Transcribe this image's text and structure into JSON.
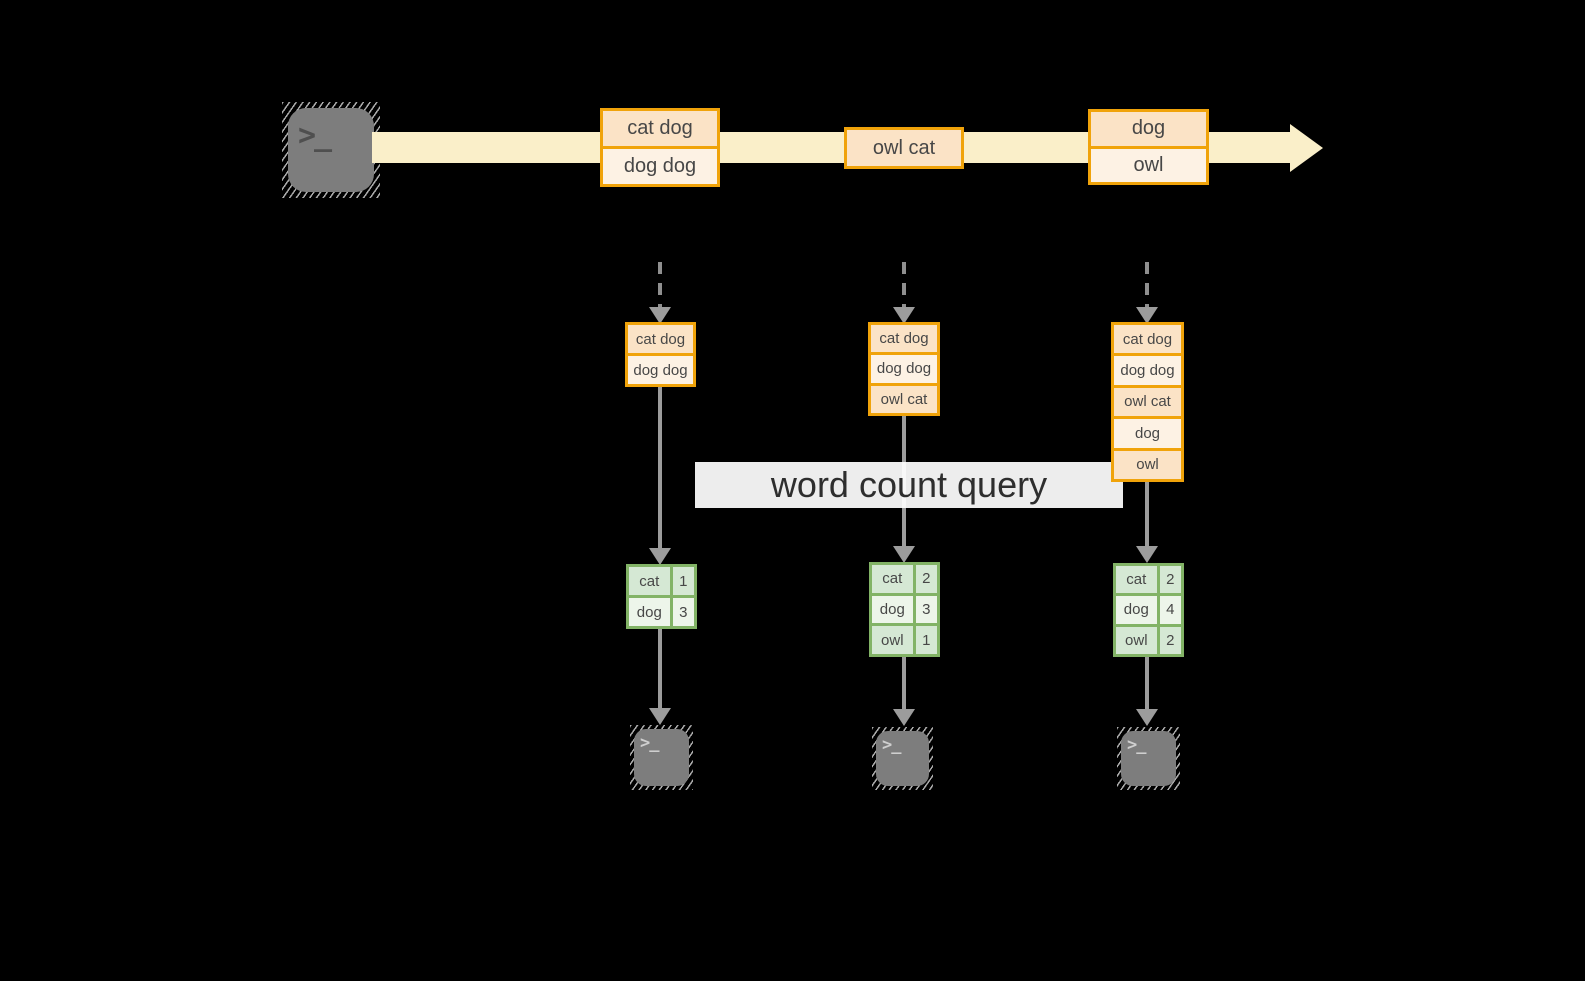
{
  "query_label": "word count query",
  "terminal": {
    "glyph": ">_"
  },
  "colors": {
    "background": "#000000",
    "stream_fill": "#faefc9",
    "event_stroke": "#f0a30a",
    "event_fill_dark": "#fbe3c6",
    "event_fill_light": "#fdf2e4",
    "table_stroke": "#82b366",
    "table_fill_dark": "#d5e8d4",
    "table_fill_light": "#edf5ea",
    "arrow_gray": "#9c9c9c",
    "terminal_gray": "#7d7d7d"
  },
  "stream": {
    "events": [
      {
        "lines": [
          "cat dog",
          "dog dog"
        ]
      },
      {
        "lines": [
          "owl cat"
        ]
      },
      {
        "lines": [
          "dog",
          "owl"
        ]
      }
    ]
  },
  "columns": [
    {
      "state": [
        "cat dog",
        "dog dog"
      ],
      "counts": [
        {
          "word": "cat",
          "count": "1"
        },
        {
          "word": "dog",
          "count": "3"
        }
      ]
    },
    {
      "state": [
        "cat dog",
        "dog dog",
        "owl cat"
      ],
      "counts": [
        {
          "word": "cat",
          "count": "2"
        },
        {
          "word": "dog",
          "count": "3"
        },
        {
          "word": "owl",
          "count": "1"
        }
      ]
    },
    {
      "state": [
        "cat dog",
        "dog dog",
        "owl cat",
        "dog",
        "owl"
      ],
      "counts": [
        {
          "word": "cat",
          "count": "2"
        },
        {
          "word": "dog",
          "count": "4"
        },
        {
          "word": "owl",
          "count": "2"
        }
      ]
    }
  ]
}
